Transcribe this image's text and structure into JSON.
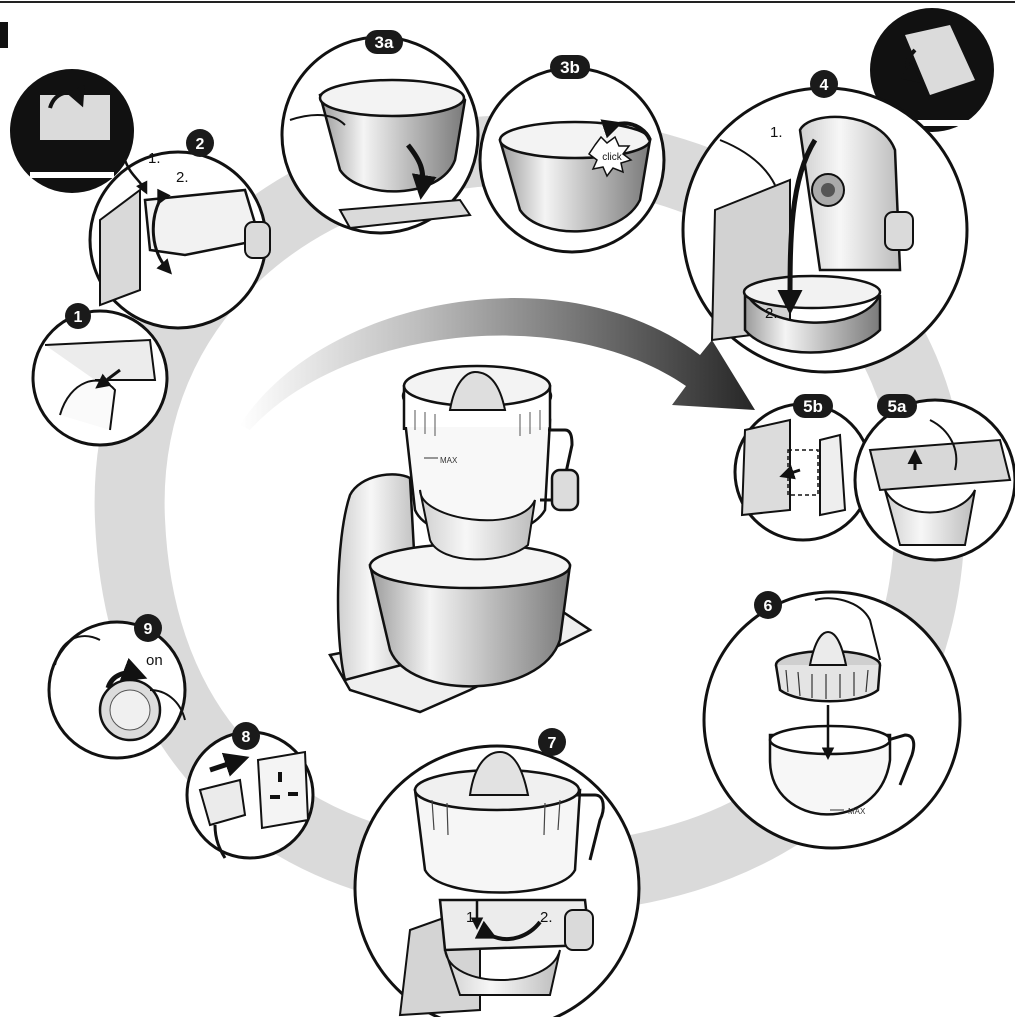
{
  "colors": {
    "ring": "#d6d6d6",
    "badge": "#1a1a1a",
    "outline": "#111111",
    "metal_light": "#e8e8e8",
    "metal_dark": "#8a8a8a",
    "arrow_dark": "#2b2b2b"
  },
  "center": {
    "max_label": "MAX"
  },
  "steps": {
    "s1": {
      "badge": "1"
    },
    "s2": {
      "badge": "2",
      "sub1": "1.",
      "sub2": "2."
    },
    "s3a": {
      "badge": "3a"
    },
    "s3b": {
      "badge": "3b",
      "click": "click"
    },
    "s4": {
      "badge": "4",
      "sub1": "1.",
      "sub2": "2."
    },
    "s5a": {
      "badge": "5a"
    },
    "s5b": {
      "badge": "5b"
    },
    "s6": {
      "badge": "6",
      "max_label": "MAX"
    },
    "s7": {
      "badge": "7",
      "sub1": "1.",
      "sub2": "2."
    },
    "s8": {
      "badge": "8"
    },
    "s9": {
      "badge": "9",
      "on": "on"
    }
  },
  "icons": [
    "lock-lid-icon",
    "tilt-arm-icon",
    "plug-icon",
    "socket-icon",
    "dial-icon",
    "arrow-icon"
  ]
}
